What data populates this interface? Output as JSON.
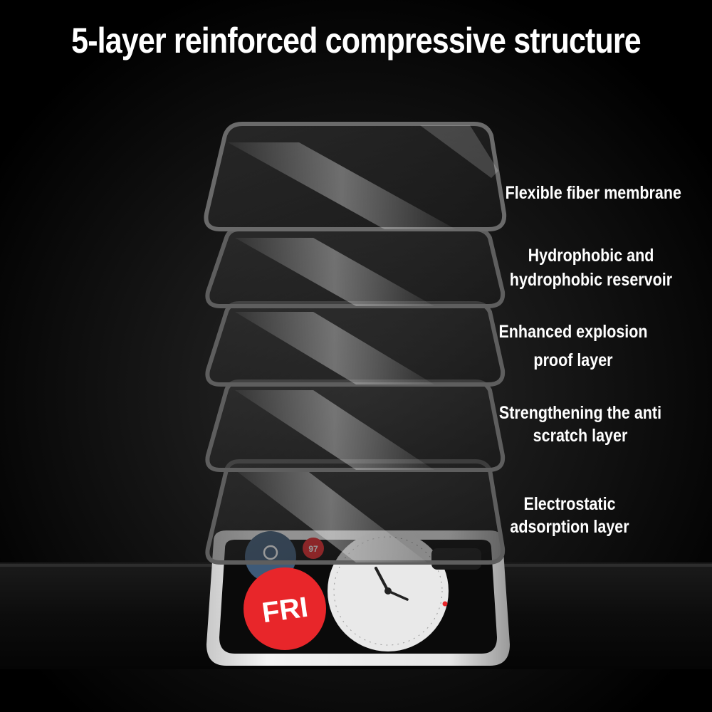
{
  "headline": "5-layer reinforced compressive structure",
  "layers": [
    {
      "lines": [
        "Flexible fiber membrane"
      ]
    },
    {
      "lines": [
        "Hydrophobic and",
        "hydrophobic reservoir"
      ]
    },
    {
      "lines": [
        "Enhanced explosion",
        "proof layer"
      ]
    },
    {
      "lines": [
        "Strengthening the anti",
        "scratch layer"
      ]
    },
    {
      "lines": [
        "Electrostatic",
        "adsorption layer"
      ]
    }
  ],
  "watch": {
    "day_label": "FRI",
    "badge_value": "97",
    "accent_color": "#e8262a"
  },
  "colors": {
    "background": "#000000",
    "text": "#ffffff"
  }
}
